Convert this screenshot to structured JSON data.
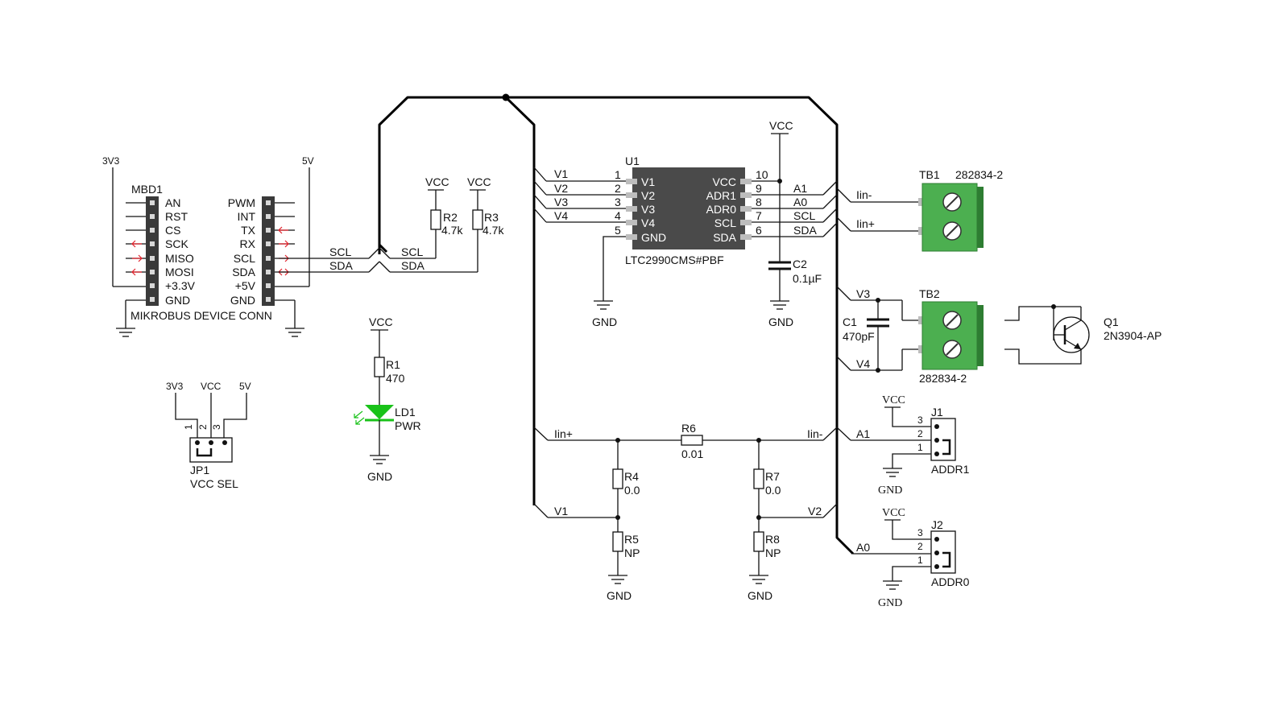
{
  "colors": {
    "wire": "#111111",
    "ic_body": "#4a4a4a",
    "ic_pin": "#bdbdbd",
    "terminal_green": "#4caf50",
    "terminal_dark": "#2e7d32",
    "led_green": "#19c219",
    "signal_arrow": "#e0202a"
  },
  "mikrobus": {
    "ref": "MBD1",
    "name": "MIKROBUS DEVICE CONN",
    "rail_left": "3V3",
    "rail_right": "5V",
    "left_pins": [
      "AN",
      "RST",
      "CS",
      "SCK",
      "MISO",
      "MOSI",
      "+3.3V",
      "GND"
    ],
    "right_pins": [
      "PWM",
      "INT",
      "TX",
      "RX",
      "SCL",
      "SDA",
      "+5V",
      "GND"
    ],
    "net_scl": "SCL",
    "net_sda": "SDA"
  },
  "pullups": {
    "scl_net": "SCL",
    "sda_net": "SDA",
    "r2": {
      "ref": "R2",
      "value": "4.7k",
      "rail": "VCC"
    },
    "r3": {
      "ref": "R3",
      "value": "4.7k",
      "rail": "VCC"
    }
  },
  "jp1": {
    "ref": "JP1",
    "name": "VCC SEL",
    "rails": [
      "3V3",
      "VCC",
      "5V"
    ],
    "pins": [
      "1",
      "2",
      "3"
    ]
  },
  "power_led": {
    "rail": "VCC",
    "r1": {
      "ref": "R1",
      "value": "470"
    },
    "led": {
      "ref": "LD1",
      "value": "PWR"
    },
    "gnd": "GND"
  },
  "u1": {
    "ref": "U1",
    "part": "LTC2990CMS#PBF",
    "left_pins": [
      {
        "num": "1",
        "name": "V1",
        "net": "V1"
      },
      {
        "num": "2",
        "name": "V2",
        "net": "V2"
      },
      {
        "num": "3",
        "name": "V3",
        "net": "V3"
      },
      {
        "num": "4",
        "name": "V4",
        "net": "V4"
      },
      {
        "num": "5",
        "name": "GND",
        "net": ""
      }
    ],
    "right_pins": [
      {
        "num": "10",
        "name": "VCC",
        "net": ""
      },
      {
        "num": "9",
        "name": "ADR1",
        "net": "A1"
      },
      {
        "num": "8",
        "name": "ADR0",
        "net": "A0"
      },
      {
        "num": "7",
        "name": "SCL",
        "net": "SCL"
      },
      {
        "num": "6",
        "name": "SDA",
        "net": "SDA"
      }
    ],
    "gnd": "GND",
    "vcc": "VCC",
    "c2": {
      "ref": "C2",
      "value": "0.1µF"
    },
    "c2_gnd": "GND"
  },
  "tb1": {
    "ref": "TB1",
    "part": "282834-2",
    "net_top": "Iin-",
    "net_bottom": "Iin+"
  },
  "tb2": {
    "ref": "TB2",
    "part": "282834-2",
    "net_top": "V3",
    "net_bottom": "V4",
    "c1": {
      "ref": "C1",
      "value": "470pF"
    }
  },
  "q1": {
    "ref": "Q1",
    "part": "2N3904-AP"
  },
  "shunt": {
    "net_left": "Iin+",
    "net_right": "Iin-",
    "r6": {
      "ref": "R6",
      "value": "0.01"
    },
    "r4": {
      "ref": "R4",
      "value": "0.0"
    },
    "r7": {
      "ref": "R7",
      "value": "0.0"
    },
    "r5": {
      "ref": "R5",
      "value": "NP"
    },
    "r8": {
      "ref": "R8",
      "value": "NP"
    },
    "net_v1": "V1",
    "net_v2": "V2",
    "gnd": "GND"
  },
  "j1": {
    "ref": "J1",
    "name": "ADDR1",
    "rail": "VCC",
    "net": "A1",
    "gnd": "GND",
    "pins": [
      "3",
      "2",
      "1"
    ]
  },
  "j2": {
    "ref": "J2",
    "name": "ADDR0",
    "rail": "VCC",
    "net": "A0",
    "gnd": "GND",
    "pins": [
      "3",
      "2",
      "1"
    ]
  }
}
